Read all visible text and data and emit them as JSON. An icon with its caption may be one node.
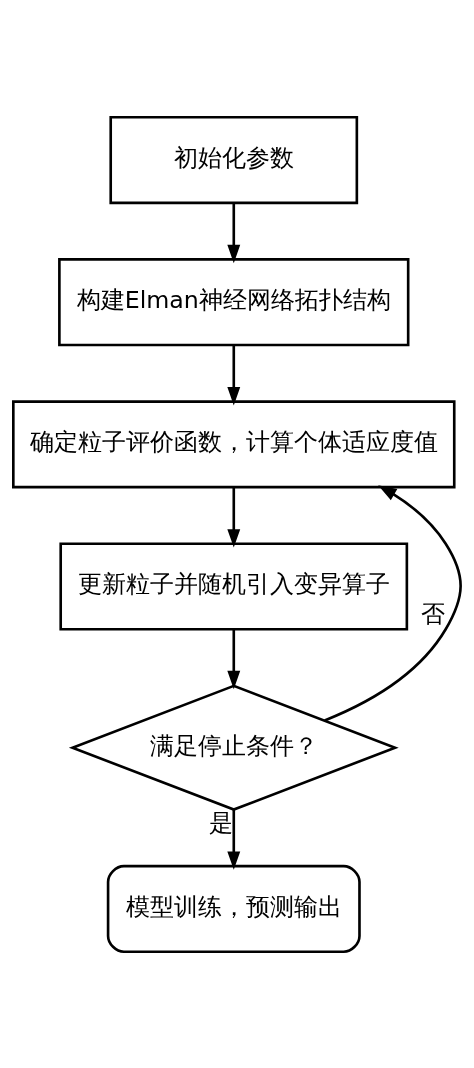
{
  "diagram": {
    "nodes": [
      {
        "text": [
          "初始化参数"
        ]
      },
      {
        "text": [
          "构建Elman神经网络拓扑结构"
        ]
      },
      {
        "text": [
          "确定粒子评价函数，计算个体适应度值"
        ]
      },
      {
        "text": [
          "更新粒子并随机引入变异算子"
        ]
      },
      {
        "text": [
          "满足停止条件？"
        ]
      },
      {
        "text": [
          "模型训练，预测输出"
        ]
      }
    ],
    "edges": [
      {
        "from": 0,
        "to": 1,
        "arrow": "to"
      },
      {
        "from": 1,
        "to": 2,
        "arrow": "to"
      },
      {
        "from": 2,
        "to": 3,
        "arrow": "to"
      },
      {
        "from": 3,
        "to": 4,
        "arrow": "to"
      },
      {
        "from": 4,
        "to": 2,
        "arrow": "to",
        "label": "否"
      },
      {
        "from": 4,
        "to": 5,
        "arrow": "to",
        "label": "是"
      }
    ]
  }
}
